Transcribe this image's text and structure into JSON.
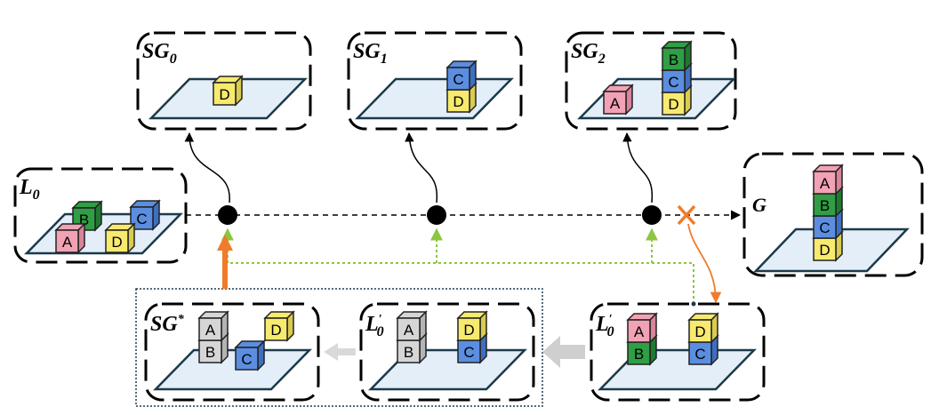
{
  "colors": {
    "A": "#f2a2b4",
    "B": "#2f9e44",
    "C": "#5b8ee0",
    "D": "#f7ea6e",
    "gray": "#d6d6d6",
    "platform": "#e3eef8",
    "orange": "#f07b2a",
    "green": "#8cc640"
  },
  "states": {
    "sg0": {
      "label": "SG",
      "sub": "0"
    },
    "sg1": {
      "label": "SG",
      "sub": "1"
    },
    "sg2": {
      "label": "SG",
      "sub": "2"
    },
    "l0": {
      "label": "L",
      "sub": "0"
    },
    "goal": {
      "label": "G"
    },
    "l0prime_right": {
      "label": "L",
      "sub": "0",
      "sup": "′"
    },
    "l0prime_mid": {
      "label": "L",
      "sub": "0",
      "sup": "′"
    },
    "sgstar": {
      "label": "SG",
      "sup": "*"
    }
  },
  "blocks": {
    "sg0_D": "D",
    "sg1_C": "C",
    "sg1_D": "D",
    "sg2_A": "A",
    "sg2_B": "B",
    "sg2_C": "C",
    "sg2_D": "D",
    "l0_A": "A",
    "l0_B": "B",
    "l0_C": "C",
    "l0_D": "D",
    "g_A": "A",
    "g_B": "B",
    "g_C": "C",
    "g_D": "D",
    "lr_A": "A",
    "lr_B": "B",
    "lr_D": "D",
    "lr_C": "C",
    "lm_A": "A",
    "lm_B": "B",
    "lm_D": "D",
    "lm_C": "C",
    "ss_A": "A",
    "ss_B": "B",
    "ss_D": "D",
    "ss_C": "C"
  },
  "failure_mark": "✕"
}
